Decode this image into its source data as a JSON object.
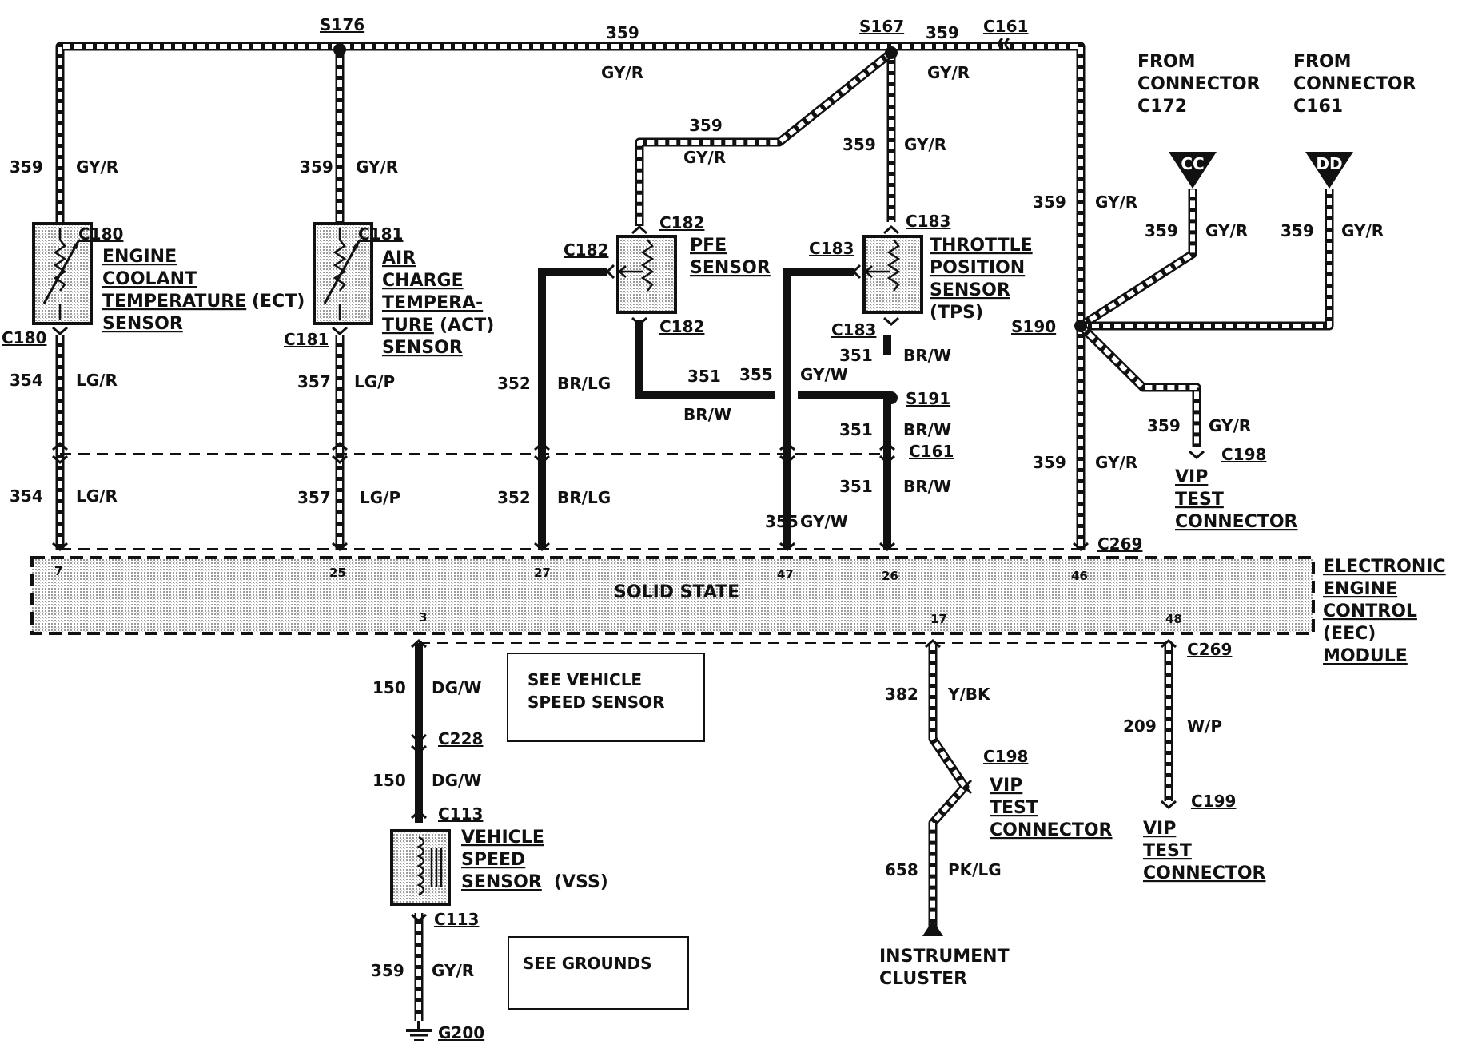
{
  "module": {
    "name_lines": [
      "ELECTRONIC",
      "ENGINE",
      "CONTROL",
      "(EEC)",
      "MODULE"
    ],
    "inner_label": "SOLID STATE",
    "pins": {
      "p7": "7",
      "p25": "25",
      "p27": "27",
      "p47": "47",
      "p26": "26",
      "p46": "46",
      "p3": "3",
      "p17": "17",
      "p48": "48"
    }
  },
  "splices": {
    "s176": "S176",
    "s167": "S167",
    "s190": "S190",
    "s191": "S191"
  },
  "connectors": {
    "c161": "C161",
    "c180": "C180",
    "c181": "C181",
    "c182": "C182",
    "c183": "C183",
    "c269": "C269",
    "c198": "C198",
    "c228": "C228",
    "c113": "C113",
    "c199": "C199"
  },
  "ground": "G200",
  "wires": {
    "w359": "359",
    "gy_r": "GY/R",
    "w354": "354",
    "lg_r": "LG/R",
    "w357": "357",
    "lg_p": "LG/P",
    "w352": "352",
    "br_lg": "BR/LG",
    "w351": "351",
    "br_w": "BR/W",
    "w355": "355",
    "gy_w": "GY/W",
    "w150": "150",
    "dg_w": "DG/W",
    "w382": "382",
    "y_bk": "Y/BK",
    "w658": "658",
    "pk_lg": "PK/LG",
    "w209": "209",
    "w_p": "W/P"
  },
  "components": {
    "ect": [
      "ENGINE",
      "COOLANT",
      "TEMPERATURE",
      "(ECT)",
      "SENSOR"
    ],
    "act": [
      "AIR",
      "CHARGE",
      "TEMPERA-",
      "TURE",
      "(ACT)",
      "SENSOR"
    ],
    "pfe": [
      "PFE",
      "SENSOR"
    ],
    "tps": [
      "THROTTLE",
      "POSITION",
      "SENSOR",
      "(TPS)"
    ],
    "vss": [
      "VEHICLE",
      "SPEED",
      "SENSOR",
      "(VSS)"
    ],
    "vip": [
      "VIP",
      "TEST",
      "CONNECTOR"
    ],
    "cluster": [
      "INSTRUMENT",
      "CLUSTER"
    ]
  },
  "from_connectors": {
    "c172": [
      "FROM",
      "CONNECTOR",
      "C172"
    ],
    "c161": [
      "FROM",
      "CONNECTOR",
      "C161"
    ],
    "cc": "CC",
    "dd": "DD"
  },
  "notes": {
    "vss": [
      "SEE VEHICLE",
      "SPEED SENSOR"
    ],
    "grounds": "SEE GROUNDS"
  }
}
